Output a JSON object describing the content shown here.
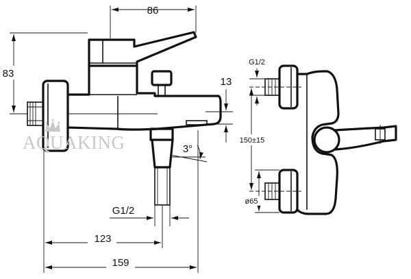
{
  "watermark": {
    "text": "AQUAKING"
  },
  "dimensions": {
    "width_top": "86",
    "height_left": "83",
    "height_right": "13",
    "angle": "3°",
    "thread_front": "G1/2",
    "length_123": "123",
    "length_159": "159",
    "thread_side": "G1/2",
    "spacing": "150±15",
    "diameter": "ø65"
  }
}
